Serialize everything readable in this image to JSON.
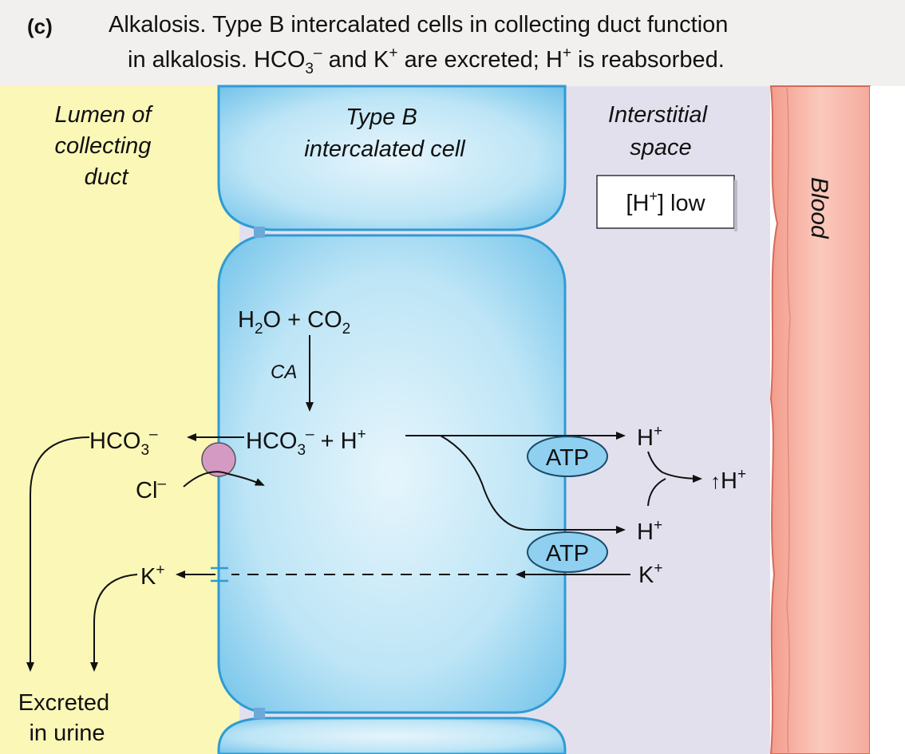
{
  "header": {
    "panel_letter": "(c)",
    "line1": "Alkalosis. Type B intercalated cells in collecting duct function",
    "line2_pre": "in alkalosis. HCO",
    "line2_sub": "3",
    "line2_sup": "–",
    "line2_mid": " and K",
    "line2_sup2": "+",
    "line2_mid2": " are excreted; H",
    "line2_sup3": "+",
    "line2_end": " is reabsorbed."
  },
  "regions": {
    "lumen": [
      "Lumen of",
      "collecting",
      "duct"
    ],
    "cell": [
      "Type B",
      "intercalated cell"
    ],
    "interstitial": [
      "Interstitial",
      "space"
    ],
    "blood": "Blood"
  },
  "h_low_box": {
    "pre": "[H",
    "sup": "+",
    "post": "] low"
  },
  "labels": {
    "h2o": "H",
    "h2o_sub": "2",
    "h2o_rest": "O + CO",
    "co2_sub": "2",
    "ca": "CA",
    "hco3": "HCO",
    "hco3_sub": "3",
    "minus": "–",
    "plus_h": " + H",
    "plus_sup": "+",
    "h": "H",
    "h_sup": "+",
    "cl": "Cl",
    "cl_sup": "–",
    "k": "K",
    "k_sup": "+",
    "atp": "ATP",
    "up_arrow": "↑",
    "excreted": [
      "Excreted",
      "in urine"
    ]
  },
  "colors": {
    "lumen_bg": "#fbf7b7",
    "interstitial_bg": "#e3e0ee",
    "blood": "#f6b6a8",
    "cell_fill": "#9fd6ef",
    "cell_edge": "#2f9bd3",
    "atp_fill": "#8fd0f0",
    "exchanger": "#d59ac4"
  }
}
